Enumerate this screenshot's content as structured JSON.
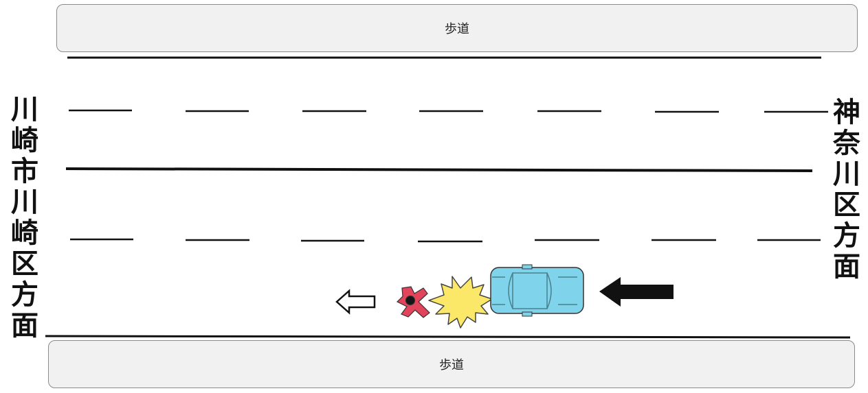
{
  "sidewalks": {
    "top_label": "歩道",
    "bottom_label": "歩道"
  },
  "directions": {
    "left": "川崎市川崎区方面",
    "right": "神奈川区方面"
  },
  "icons": {
    "pedestrian": "fallen-pedestrian-icon",
    "impact": "impact-burst-icon",
    "car": "car-icon",
    "car_direction": "left-arrow-solid-icon",
    "pedestrian_direction": "left-arrow-outline-icon"
  },
  "colors": {
    "car": "#7fd3ea",
    "impact": "#fbe868",
    "pedestrian": "#e2455b",
    "road_lines": "#111111"
  }
}
